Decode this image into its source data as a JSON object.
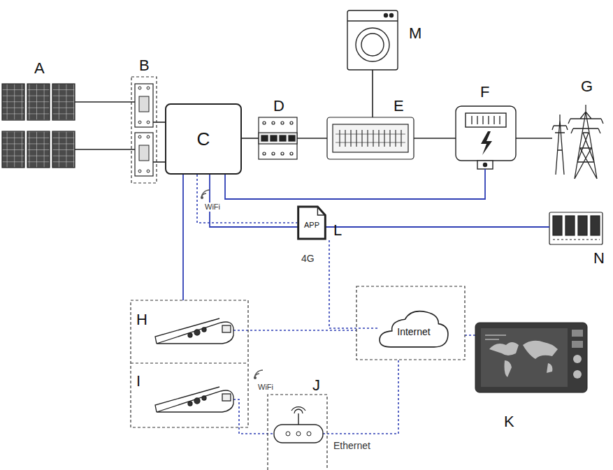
{
  "diagram": {
    "nodes": [
      {
        "text": [
          "C"
        ]
      },
      {
        "text": [
          "APP"
        ]
      },
      {
        "text": [
          "Internet"
        ]
      }
    ],
    "edges": [
      {
        "from": 0,
        "to": 1,
        "arrow": "none"
      },
      {
        "from": 1,
        "to": 2,
        "arrow": "none"
      }
    ],
    "labels": [
      "A",
      "B",
      "D",
      "E",
      "M",
      "F",
      "G",
      "N",
      "WiFi",
      "L",
      "4G",
      "H",
      "I",
      "WiFi",
      "J",
      "Ethernet",
      "K"
    ]
  }
}
